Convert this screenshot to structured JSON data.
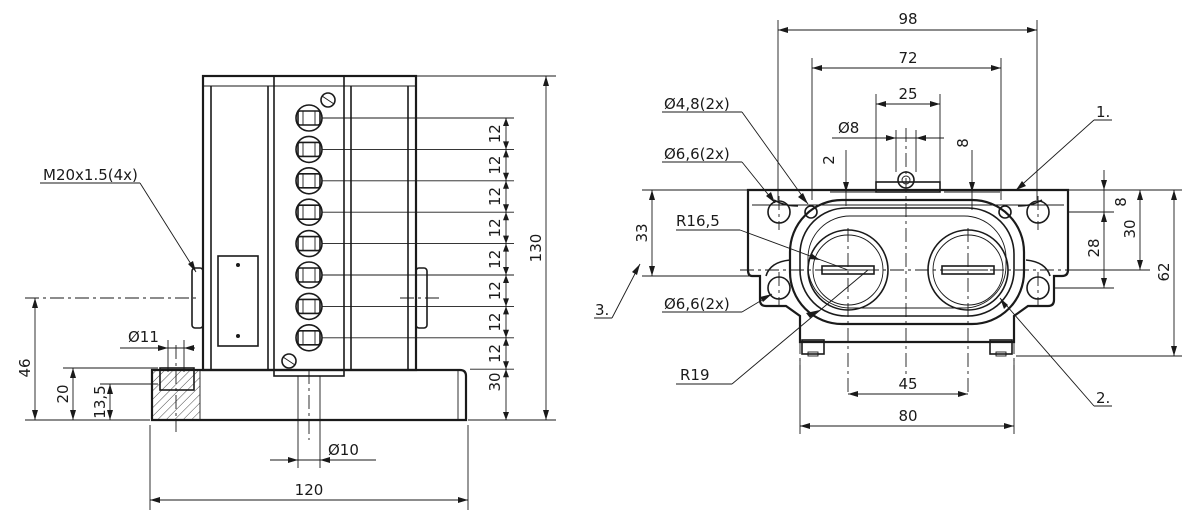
{
  "front_view": {
    "thread_label": "M20x1.5(4x)",
    "hole_label": "Ø11",
    "bottom_hole_label": "Ø10",
    "width_label": "120",
    "height_label": "130",
    "pitch_label": "12",
    "base_height_label": "30",
    "left_dims": {
      "axis_height": "46",
      "base_thickness": "20",
      "counterbore": "13,5"
    }
  },
  "top_view": {
    "overall_width": "98",
    "inner_width": "72",
    "slot_width": "25",
    "pin_dia": "Ø8",
    "small_offset_left": "2",
    "small_offset_right": "8",
    "hole_48": "Ø4,8(2x)",
    "hole_66_top": "Ø6,6(2x)",
    "radius_165": "R16,5",
    "hole_66_bottom": "Ø6,6(2x)",
    "radius_19": "R19",
    "height_33": "33",
    "right_8": "8",
    "right_28": "28",
    "right_30": "30",
    "right_62": "62",
    "center_distance": "45",
    "base_width": "80",
    "callout_1": "1.",
    "callout_2": "2.",
    "callout_3": "3."
  }
}
